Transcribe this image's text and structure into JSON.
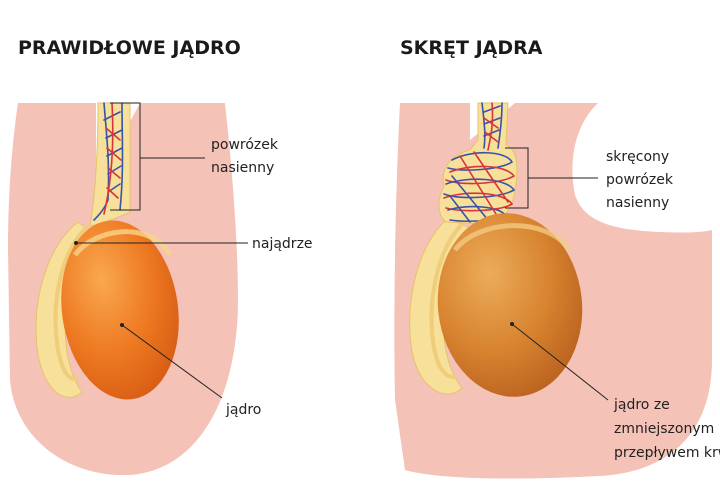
{
  "left_panel": {
    "title": "PRAWIDŁOWE JĄDRO",
    "label_cord": [
      "powrózek",
      "nasienny"
    ],
    "label_epididymis": "najądrze",
    "label_testis": "jądro"
  },
  "right_panel": {
    "title": "SKRĘT JĄDRA",
    "label_cord": [
      "skręcony",
      "powrózek",
      "nasienny"
    ],
    "label_testis": [
      "jądro ze",
      "zmniejszonym",
      "przepływem krwi"
    ]
  },
  "colors": {
    "scrotum_skin": "#f5c2b8",
    "testis_normal": "#f08a2a",
    "testis_torsion": "#d9832e",
    "epididymis": "#f7e09a",
    "artery": "#d8353a",
    "vein": "#3a52a8"
  }
}
